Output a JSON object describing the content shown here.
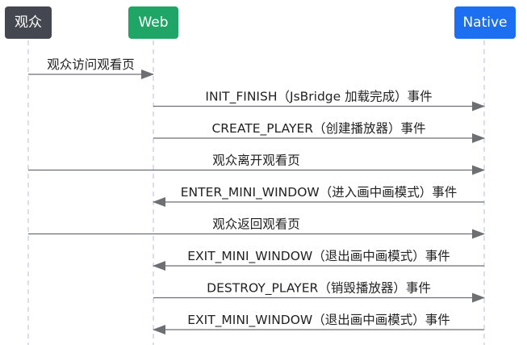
{
  "participants": [
    {
      "id": "audience",
      "label": "观众",
      "color": "#44474f"
    },
    {
      "id": "web",
      "label": "Web",
      "color": "#1fa667"
    },
    {
      "id": "native",
      "label": "Native",
      "color": "#1d6ff2"
    }
  ],
  "messages": [
    {
      "from": "audience",
      "to": "web",
      "label": "观众访问观看页"
    },
    {
      "from": "web",
      "to": "native",
      "label": "INIT_FINISH（JsBridge 加载完成）事件"
    },
    {
      "from": "web",
      "to": "native",
      "label": "CREATE_PLAYER（创建播放器）事件"
    },
    {
      "from": "audience",
      "to": "native",
      "label": "观众离开观看页"
    },
    {
      "from": "native",
      "to": "web",
      "label": "ENTER_MINI_WINDOW（进入画中画模式）事件"
    },
    {
      "from": "audience",
      "to": "native",
      "label": "观众返回观看页"
    },
    {
      "from": "native",
      "to": "web",
      "label": "EXIT_MINI_WINDOW（退出画中画模式）事件"
    },
    {
      "from": "web",
      "to": "native",
      "label": "DESTROY_PLAYER（销毁播放器）事件"
    },
    {
      "from": "native",
      "to": "web",
      "label": "EXIT_MINI_WINDOW（退出画中画模式）事件"
    }
  ],
  "colors": {
    "arrow": "#6d6f73",
    "lifeline": "#cfd3ea",
    "text": "#222222"
  }
}
